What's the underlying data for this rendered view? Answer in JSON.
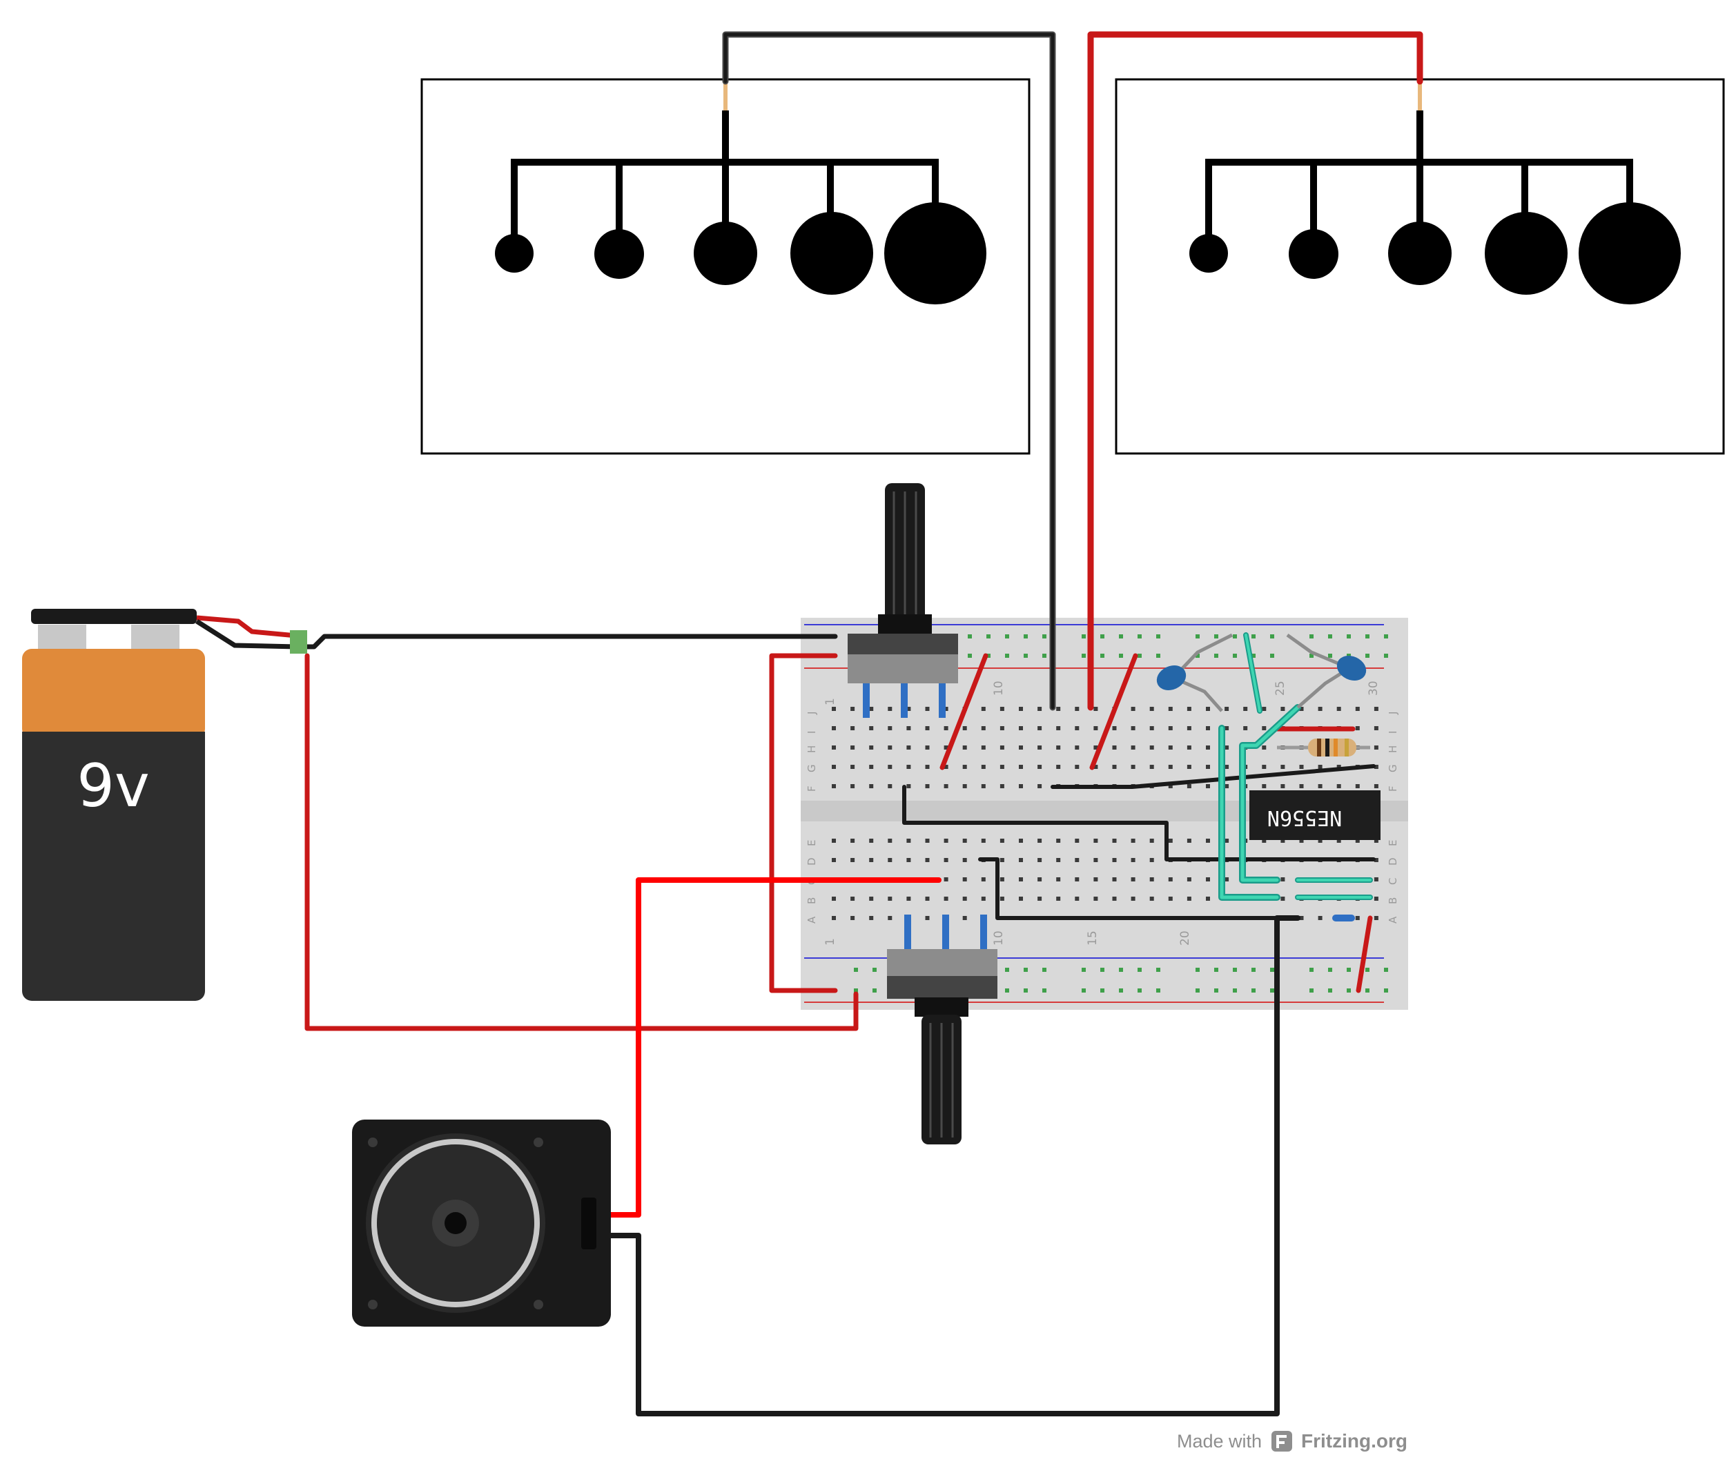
{
  "battery": {
    "label": "9v"
  },
  "ic_chip": {
    "label": "NE556N"
  },
  "breadboard": {
    "column_numbers": [
      "1",
      "10",
      "15",
      "20",
      "25",
      "30"
    ],
    "rows_top": [
      "J",
      "I",
      "H",
      "G",
      "F"
    ],
    "rows_bottom": [
      "E",
      "D",
      "C",
      "B",
      "A"
    ]
  },
  "credit": {
    "made_with": "Made with",
    "brand": "Fritzing.org"
  },
  "colors": {
    "wire_black": "#1a1a1a",
    "wire_red": "#c81818",
    "wire_red_bright": "#ff0000",
    "wire_teal": "#2bbf9c",
    "battery_orange": "#e08a3a",
    "battery_body": "#2e2e2e",
    "breadboard": "#d9d9d9"
  }
}
